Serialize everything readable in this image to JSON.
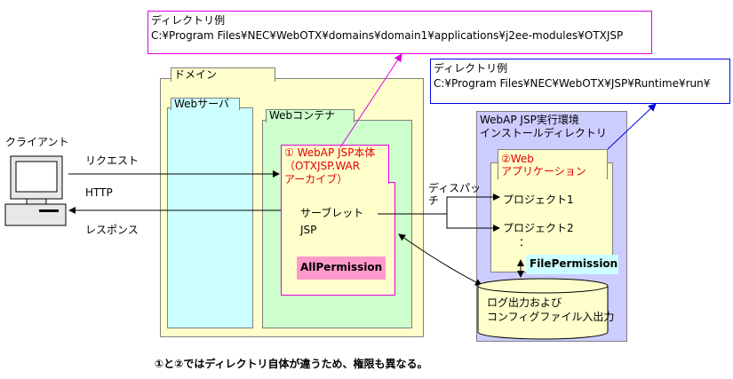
{
  "path_box_1": {
    "title": "ディレクトリ例",
    "path": "C:¥Program Files¥NEC¥WebOTX¥domains¥domain1¥applications¥j2ee-modules¥OTXJSP"
  },
  "path_box_2": {
    "title": "ディレクトリ例",
    "path": "C:¥Program Files¥NEC¥WebOTX¥JSP¥Runtime¥run¥"
  },
  "client": {
    "label": "クライアント",
    "request": "リクエスト",
    "http": "HTTP",
    "response": "レスポンス"
  },
  "domain": {
    "label": "ドメイン",
    "web_server": "Webサーバ",
    "web_container": "Webコンテナ",
    "jsp_body": {
      "line1": "① WebAP JSP本体",
      "line2": "（OTXJSP.WAR",
      "line3": "アーカイブ）"
    },
    "servlet": "サーブレット",
    "jsp": "JSP",
    "permission": "AllPermission"
  },
  "dispatch": {
    "line1": "ディスパッ",
    "line2": "チ"
  },
  "runtime": {
    "line1": "WebAP JSP実行環境",
    "line2": "インストールディレクトリ",
    "app_line1": "②Web",
    "app_line2": "アプリケーション",
    "project1": "プロジェクト1",
    "project2": "プロジェクト2",
    "ellipsis": "：",
    "permission": "FilePermission"
  },
  "storage": {
    "line1": "ログ出力および",
    "line2": "コンフィグファイル入出力"
  },
  "footer_note": "①と②ではディレクトリ自体が違うため、権限も異なる。",
  "colors": {
    "magenta": "#e000e0",
    "blue": "#0000e0",
    "domain_fill": "#ffffcc",
    "webserver_fill": "#ccffff",
    "container_fill": "#ccffcc",
    "runtime_fill": "#ccccff",
    "permission_fill": "#ff99cc",
    "red_text": "#e00000"
  }
}
